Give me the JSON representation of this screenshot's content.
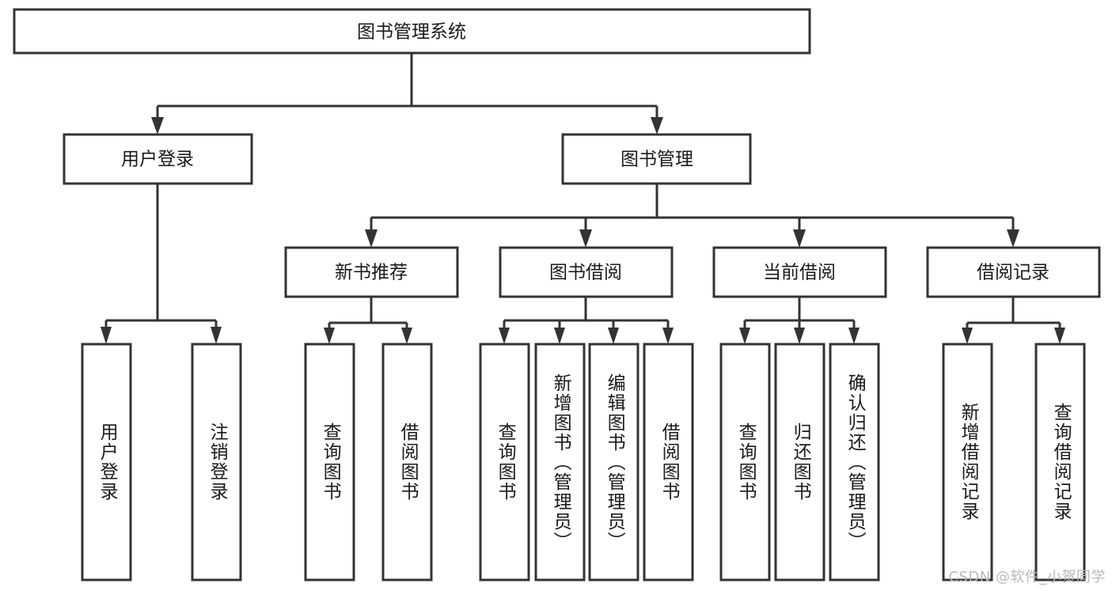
{
  "diagram": {
    "title": "图书管理系统",
    "watermark": "CSDN @软件_小贺同学",
    "colors": {
      "box_stroke": "#333333",
      "box_fill": "#ffffff",
      "text": "#1a1a1a",
      "background": "#ffffff",
      "watermark": "#b9b9b9"
    },
    "root": {
      "label": "图书管理系统"
    },
    "level2": [
      {
        "label": "用户登录"
      },
      {
        "label": "图书管理"
      }
    ],
    "level3": [
      {
        "label": "新书推荐"
      },
      {
        "label": "图书借阅"
      },
      {
        "label": "当前借阅"
      },
      {
        "label": "借阅记录"
      }
    ],
    "leaves": {
      "user_login": [
        {
          "label": "用户登录"
        },
        {
          "label": "注销登录"
        }
      ],
      "new_book_recommend": [
        {
          "label": "查询图书"
        },
        {
          "label": "借阅图书"
        }
      ],
      "book_borrow": [
        {
          "label": "查询图书"
        },
        {
          "label": "新增图书（管理员）"
        },
        {
          "label": "编辑图书（管理员）"
        },
        {
          "label": "借阅图书"
        }
      ],
      "current_borrow": [
        {
          "label": "查询图书"
        },
        {
          "label": "归还图书"
        },
        {
          "label": "确认归还（管理员）"
        }
      ],
      "borrow_record": [
        {
          "label": "新增借阅记录"
        },
        {
          "label": "查询借阅记录"
        }
      ]
    }
  }
}
